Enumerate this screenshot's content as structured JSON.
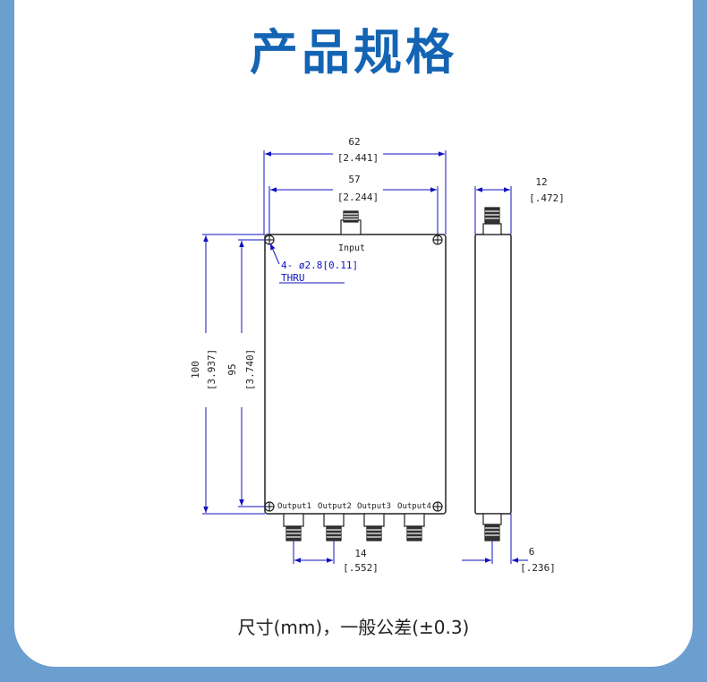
{
  "header": {
    "title": "产品规格"
  },
  "drawing": {
    "overall_width": {
      "value": "62",
      "inch": "[2.441]"
    },
    "hole_spacing": {
      "value": "57",
      "inch": "[2.244]"
    },
    "thickness": {
      "value": "12",
      "inch": "[.472]"
    },
    "overall_height": {
      "value": "100",
      "inch": "[3.937]"
    },
    "hole_height": {
      "value": "95",
      "inch": "[3.740]"
    },
    "port_pitch": {
      "value": "14",
      "inch": "[.552]"
    },
    "connector_offset": {
      "value": "6",
      "inch": "[.236]"
    },
    "hole_callout": {
      "line1": "4- ø2.8[0.11]",
      "line2": "THRU"
    },
    "ports": {
      "input": "Input",
      "outputs": [
        "Output1",
        "Output2",
        "Output3",
        "Output4"
      ]
    },
    "colors": {
      "dimension": "#1010c0",
      "outline": "#222222"
    }
  },
  "footer": {
    "note": "尺寸(mm)，一般公差(±0.3)"
  }
}
